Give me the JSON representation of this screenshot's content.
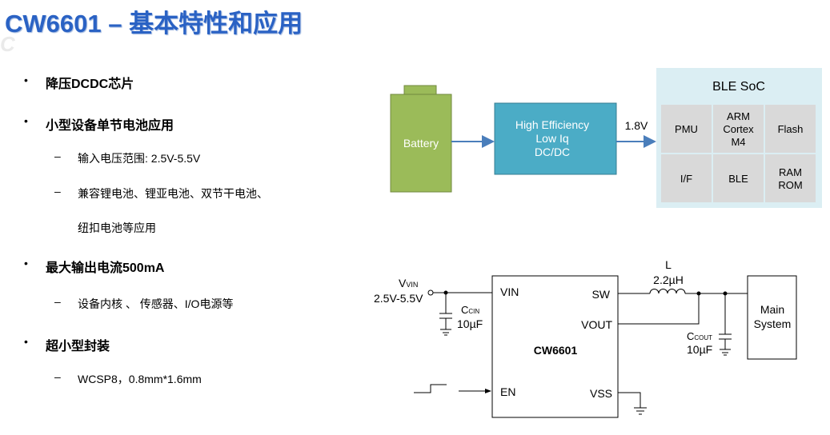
{
  "title": "CW6601 – 基本特性和应用",
  "watermark": "CellWise",
  "bullets": [
    {
      "text": "降压DCDC芯片",
      "subs": []
    },
    {
      "text": "小型设备单节电池应用",
      "subs": [
        "输入电压范围: 2.5V-5.5V",
        "兼容锂电池、锂亚电池、双节干电池、",
        "纽扣电池等应用"
      ]
    },
    {
      "text": "最大输出电流500mA",
      "subs": [
        "设备内核 、 传感器、I/O电源等"
      ]
    },
    {
      "text": "超小型封装",
      "subs": [
        "WCSP8，0.8mm*1.6mm"
      ]
    }
  ],
  "block": {
    "battery": "Battery",
    "dcdc": [
      "High Efficiency",
      "Low Iq",
      "DC/DC"
    ],
    "voltage": "1.8V",
    "soc_title": "BLE SoC",
    "cells": [
      [
        "PMU"
      ],
      [
        "ARM",
        "Cortex",
        "M4"
      ],
      [
        "Flash"
      ],
      [
        "I/F"
      ],
      [
        "BLE"
      ],
      [
        "RAM",
        "ROM"
      ]
    ],
    "colors": {
      "battery": "#9bbb59",
      "dcdc": "#4bacc6",
      "soc": "#dbeef3",
      "cell": "#d9d9d9",
      "arrow": "#4a7ebb"
    }
  },
  "schematic": {
    "vin": "VIN",
    "vin_range": "2.5V-5.5V",
    "cin": "CIN",
    "cin_val": "10µF",
    "pins": {
      "vin": "VIN",
      "sw": "SW",
      "vout": "VOUT",
      "en": "EN",
      "vss": "VSS"
    },
    "chip": "CW6601",
    "l": "L",
    "l_val": "2.2µH",
    "cout": "COUT",
    "cout_val": "10µF",
    "load": [
      "Main",
      "System"
    ]
  }
}
